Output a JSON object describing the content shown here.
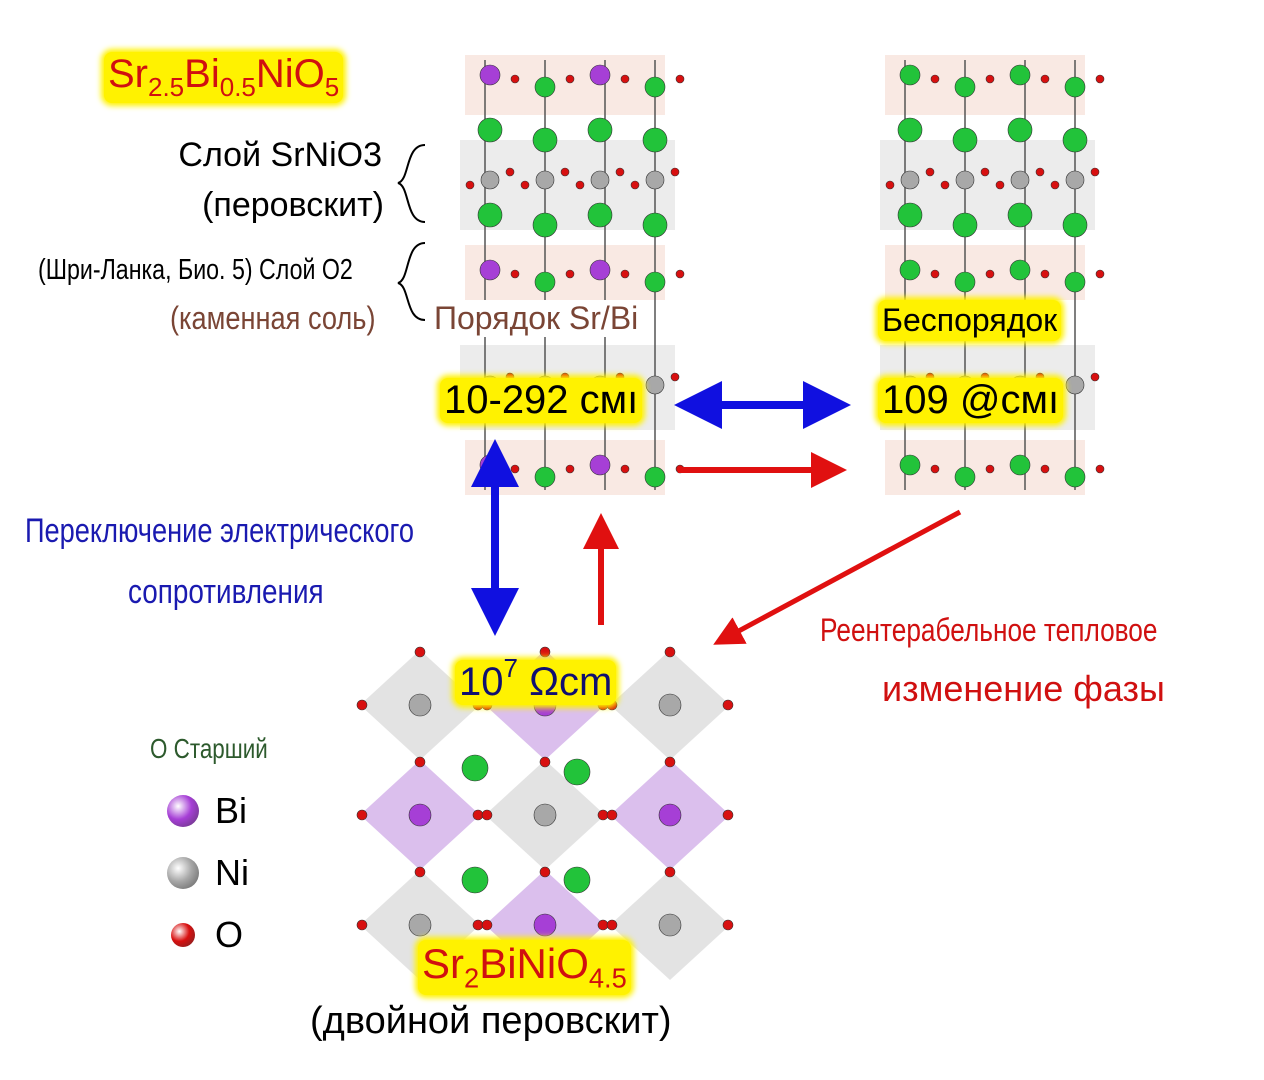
{
  "title_formula": {
    "base": [
      "Sr",
      "Bi",
      "NiO"
    ],
    "subs": [
      "2.5",
      "0.5",
      "5"
    ]
  },
  "labels": {
    "layer_srnio3": "Слой SrNiO3",
    "perovskite": "(перовскит)",
    "layer_o2": "(Шри-Ланка, Био. 5) Слой O2",
    "rock_salt": "(каменная соль)",
    "order": "Порядок Sr/Bi",
    "disorder": "Беспорядок",
    "resistance_ordered": "10-292 смı",
    "resistance_disordered": "109 @смı",
    "switching_line1": "Переключение электрического",
    "switching_line2": "сопротивления",
    "thermal_line1": "Реентерабельное тепловое",
    "thermal_line2": "изменение фазы",
    "resistance_double_base": "10",
    "resistance_double_exp": "7",
    "resistance_double_unit": "Ωcm",
    "legend_title": "O Старший",
    "double_perovskite": "(двойной перовскит)"
  },
  "bottom_formula": {
    "base": [
      "Sr",
      "BiNiO"
    ],
    "subs": [
      "2",
      "4.5"
    ]
  },
  "legend": [
    {
      "label": "Bi",
      "color": "#a63fd6"
    },
    {
      "label": "Ni",
      "color": "#a8a8a8"
    },
    {
      "label": "O",
      "color": "#d81010"
    }
  ],
  "colors": {
    "sr": "#22c33a",
    "bi": "#a63fd6",
    "ni": "#a8a8a8",
    "o": "#d81010",
    "blue_arrow": "#1010e0",
    "red_arrow": "#e01010",
    "highlight": "#fff200"
  }
}
